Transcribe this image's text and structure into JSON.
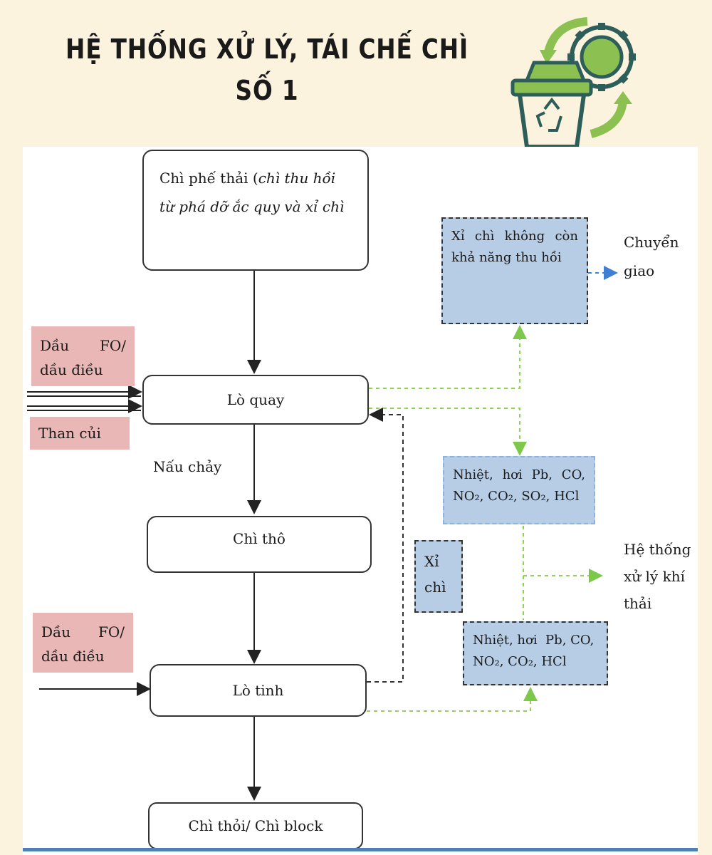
{
  "title": {
    "line1": "HỆ THỐNG XỬ LÝ, TÁI CHẾ CHÌ",
    "line2": "SỐ 1"
  },
  "logo": {
    "icon": "recycle-bin-gear-icon",
    "colors": {
      "green": "#8cc152",
      "dark": "#2e5e5a"
    }
  },
  "nodes": {
    "input_box": {
      "text_normal": "Chì phế thải (",
      "text_italic_1": "chì thu hồi",
      "text_italic_2": "từ phá dỡ ắc quy và xỉ chì"
    },
    "rotary_kiln": "Lò quay",
    "melting_label": "Nấu chảy",
    "crude_lead": "Chì thô",
    "refining_kiln": "Lò tinh",
    "final_product": "Chì thỏi/ Chì block"
  },
  "inputs": {
    "oil_top": {
      "word1": "Dầu",
      "word2": "FO/",
      "line2": "dầu điều"
    },
    "charcoal": "Than củi",
    "oil_bottom": {
      "word1": "Dầu",
      "word2": "FO/",
      "line2": "dầu điều"
    }
  },
  "outputs": {
    "slag_box": {
      "line1_words": [
        "Xỉ",
        "chì",
        "không",
        "còn"
      ],
      "line2": "khả năng thu hồi"
    },
    "transfer": {
      "line1": "Chuyển",
      "line2": "giao"
    },
    "emissions_1": {
      "line1_words": [
        "Nhiệt,",
        "hơi",
        "Pb,",
        "CO,"
      ],
      "line2": "NO₂, CO₂, SO₂, HCl"
    },
    "slag_small": {
      "line1": "Xỉ",
      "line2": "chì"
    },
    "exhaust_system": {
      "line1": "Hệ thống",
      "line2": "xử lý khí",
      "line3": "thải"
    },
    "emissions_2": {
      "line1": "Nhiệt, hơi  Pb, CO,",
      "line2": "NO₂, CO₂, HCl"
    }
  },
  "colors": {
    "background": "#fcf3df",
    "pink": "#e9b8b6",
    "blue_box": "#b7cde6",
    "green_dash": "#8fd15a",
    "blue_dash": "#3f7fd6",
    "bottom_rule": "#4f7fb5"
  }
}
